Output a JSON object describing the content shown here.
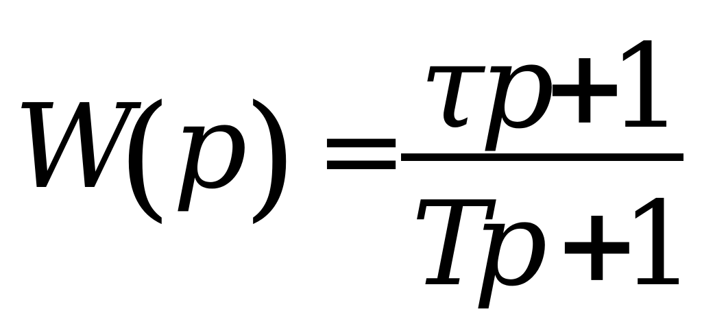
{
  "formula": {
    "lhs": {
      "function": "W",
      "open_paren": "(",
      "argument": "p",
      "close_paren": ")"
    },
    "equals": "=",
    "numerator": {
      "coefficient": "τ",
      "variable": "p",
      "operator": "+",
      "constant": "1"
    },
    "denominator": {
      "coefficient": "T",
      "variable": "p",
      "operator": "+",
      "constant": "1"
    }
  }
}
